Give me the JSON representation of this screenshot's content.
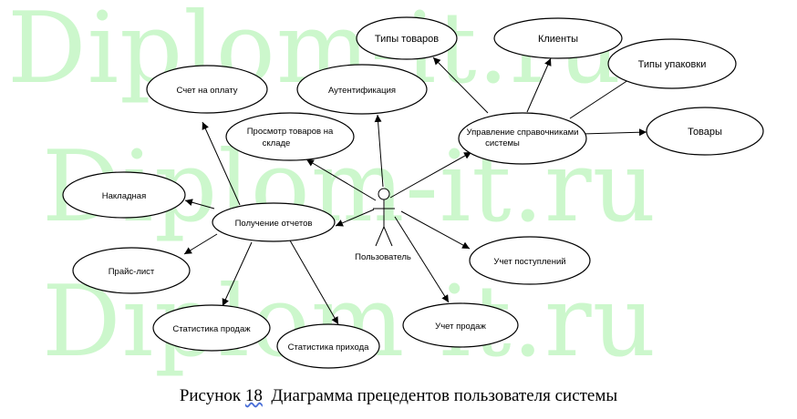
{
  "watermark": "Diplom-it.ru",
  "actor": {
    "label": "Пользователь"
  },
  "use_cases": {
    "types_goods": "Типы товаров",
    "clients": "Клиенты",
    "packaging_types": "Типы упаковки",
    "goods": "Товары",
    "manage_refs_line1": "Управление справочниками",
    "manage_refs_line2": "системы",
    "authentication": "Аутентификация",
    "invoice_payment": "Счет на оплату",
    "view_goods_line1": "Просмотр товаров  на",
    "view_goods_line2": "складе",
    "waybill": "Накладная",
    "get_reports": "Получение отчетов",
    "price_list": "Прайс-лист",
    "sales_stats": "Статистика продаж",
    "income_stats": "Статистика прихода",
    "sales_accounting": "Учет продаж",
    "receipts_accounting": "Учет поступлений"
  },
  "caption": {
    "prefix": "Рисунок ",
    "number": "18",
    "text": "  Диаграмма прецедентов пользователя системы"
  }
}
